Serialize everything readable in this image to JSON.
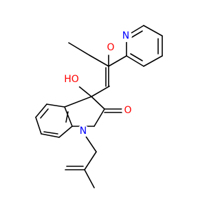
{
  "molecule": {
    "atoms": {
      "o_hydroxyl": {
        "text": "HO",
        "color": "#ff0000"
      },
      "o_lactam": {
        "text": "O",
        "color": "#ff0000"
      },
      "o_ketone": {
        "text": "O",
        "color": "#ff0000"
      },
      "n_pyridine": {
        "text": "N",
        "color": "#0000ff"
      },
      "n_indole": {
        "text": "N",
        "color": "#0000ff"
      }
    }
  }
}
